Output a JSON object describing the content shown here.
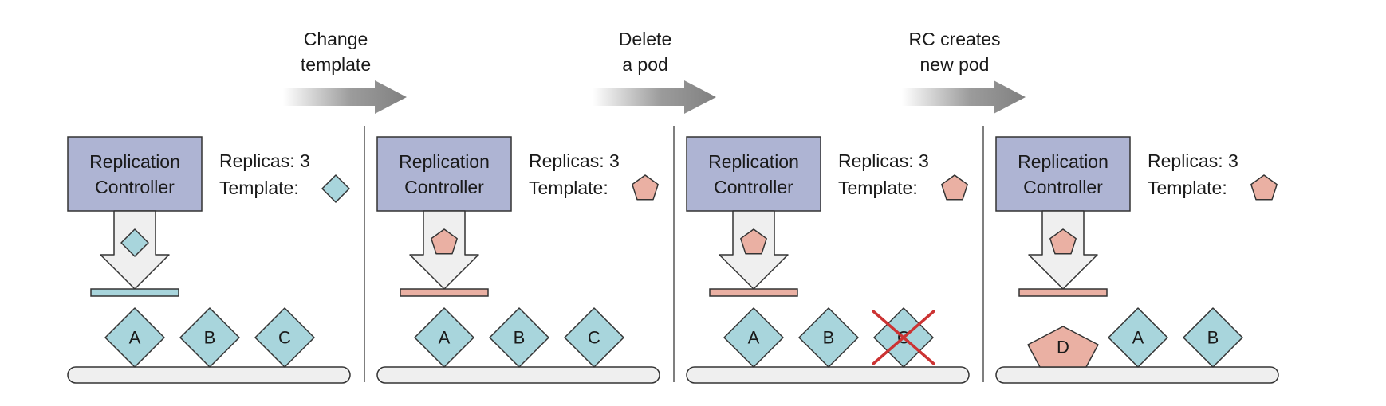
{
  "transitions": [
    {
      "line1": "Change",
      "line2": "template"
    },
    {
      "line1": "Delete",
      "line2": "a pod"
    },
    {
      "line1": "RC creates",
      "line2": "new pod"
    }
  ],
  "panels": [
    {
      "controller_line1": "Replication",
      "controller_line2": "Controller",
      "replicas_text": "Replicas: 3",
      "template_text": "Template:",
      "template_shape": "diamond",
      "template_color": "#a8d5dc",
      "pods": [
        {
          "label": "A",
          "shape": "diamond",
          "deleted": false
        },
        {
          "label": "B",
          "shape": "diamond",
          "deleted": false
        },
        {
          "label": "C",
          "shape": "diamond",
          "deleted": false
        }
      ]
    },
    {
      "controller_line1": "Replication",
      "controller_line2": "Controller",
      "replicas_text": "Replicas: 3",
      "template_text": "Template:",
      "template_shape": "pentagon",
      "template_color": "#eab0a3",
      "pods": [
        {
          "label": "A",
          "shape": "diamond",
          "deleted": false
        },
        {
          "label": "B",
          "shape": "diamond",
          "deleted": false
        },
        {
          "label": "C",
          "shape": "diamond",
          "deleted": false
        }
      ]
    },
    {
      "controller_line1": "Replication",
      "controller_line2": "Controller",
      "replicas_text": "Replicas: 3",
      "template_text": "Template:",
      "template_shape": "pentagon",
      "template_color": "#eab0a3",
      "pods": [
        {
          "label": "A",
          "shape": "diamond",
          "deleted": false
        },
        {
          "label": "B",
          "shape": "diamond",
          "deleted": false
        },
        {
          "label": "C",
          "shape": "diamond",
          "deleted": true
        }
      ]
    },
    {
      "controller_line1": "Replication",
      "controller_line2": "Controller",
      "replicas_text": "Replicas: 3",
      "template_text": "Template:",
      "template_shape": "pentagon",
      "template_color": "#eab0a3",
      "pods": [
        {
          "label": "D",
          "shape": "pentagon",
          "deleted": false
        },
        {
          "label": "A",
          "shape": "diamond",
          "deleted": false
        },
        {
          "label": "B",
          "shape": "diamond",
          "deleted": false
        }
      ]
    }
  ],
  "colors": {
    "controller_fill": "#aeb4d3",
    "diamond_pod": "#a8d5dc",
    "pentagon_pod": "#eab0a3",
    "delete_mark": "#cc3333",
    "arrow_gray": "#8a8a8a",
    "tray_fill": "#efefef",
    "outline": "#333333"
  }
}
